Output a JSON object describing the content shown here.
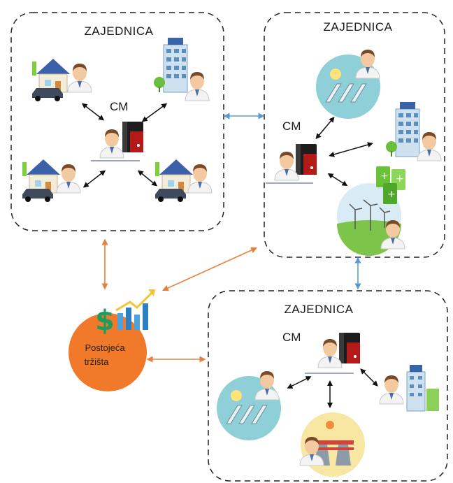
{
  "communities": [
    {
      "title": "ZAJEDNICA",
      "manager_label": "CM"
    },
    {
      "title": "ZAJEDNICA",
      "manager_label": "CM"
    },
    {
      "title": "ZAJEDNICA",
      "manager_label": "CM"
    }
  ],
  "market": {
    "line1": "Postojeća",
    "line2": "tržišta"
  },
  "colors": {
    "community_link": "#5b9bd5",
    "market_link": "#e8803a",
    "market_circle": "#f07a2a",
    "dashed_border": "#222222",
    "member_link": "#111111"
  },
  "icons": [
    "house-ev-icon",
    "office-building-icon",
    "solar-park-icon",
    "battery-icon",
    "wind-farm-icon",
    "power-plant-icon",
    "server-icon",
    "dollar-chart-icon",
    "user-avatar-icon"
  ]
}
